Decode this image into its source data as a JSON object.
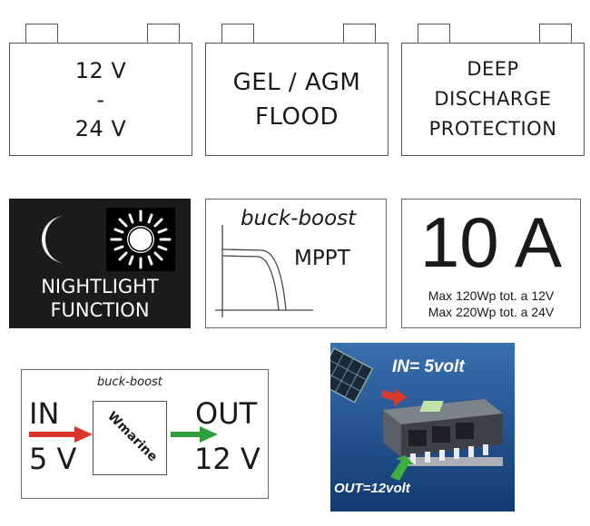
{
  "batteries": [
    {
      "lines": [
        "12 V",
        "-",
        "24 V"
      ]
    },
    {
      "lines": [
        "GEL / AGM",
        "FLOOD"
      ]
    },
    {
      "lines": [
        "DEEP",
        "DISCHARGE",
        "PROTECTION"
      ]
    }
  ],
  "nightlight": {
    "line1": "NIGHTLIGHT",
    "line2": "FUNCTION",
    "moon_icon": "moon-icon",
    "sun_icon": "sun-icon"
  },
  "mppt": {
    "buck_boost": "buck-boost",
    "label": "MPPT"
  },
  "current": {
    "value": "10 A",
    "line1": "Max 120Wp tot. a 12V",
    "line2": "Max 220Wp tot. a 24V"
  },
  "converter": {
    "buck_boost": "buck-boost",
    "brand": "Wmarine",
    "in_label": "IN",
    "in_value": "5 V",
    "out_label": "OUT",
    "out_value": "12 V",
    "colors": {
      "in_arrow": "#d9342b",
      "out_arrow": "#2e9e3a"
    }
  },
  "photo": {
    "in_text": "IN= 5volt",
    "out_text": "OUT=12volt",
    "background": "#1f4e8a"
  }
}
